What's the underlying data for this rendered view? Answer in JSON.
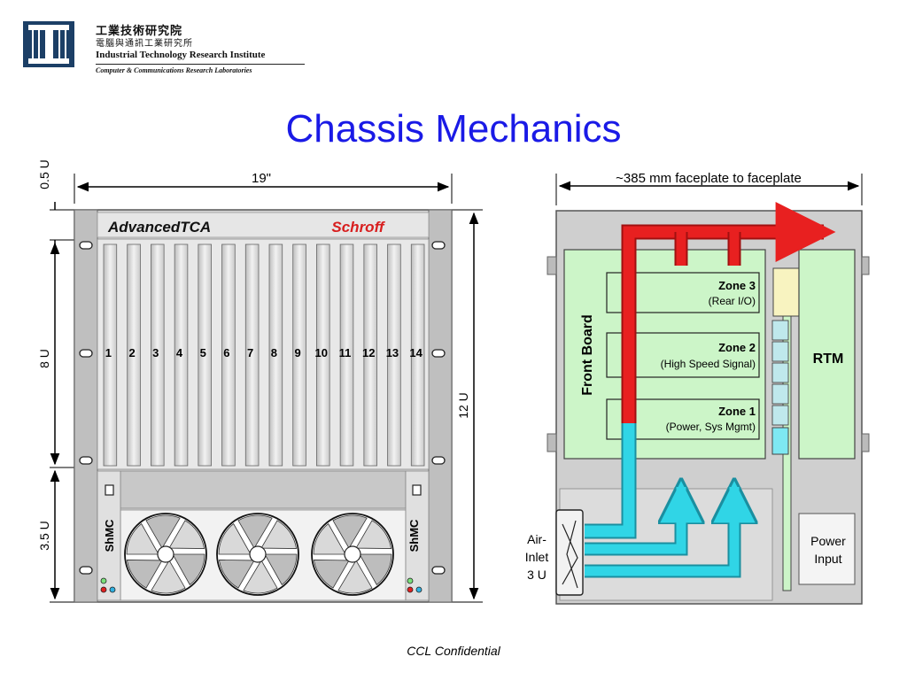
{
  "logo": {
    "zh_line1": "工業技術研究院",
    "zh_line2": "電腦與通訊工業研究所",
    "en_line1": "Industrial Technology Research Institute",
    "en_line2": "Computer & Communications Research Laboratories"
  },
  "slide": {
    "title": "Chassis Mechanics",
    "footer": "CCL Confidential"
  },
  "front_view": {
    "width_label": "19\"",
    "brand_left": "AdvancedTCA",
    "brand_right": "Schroff",
    "slot_numbers": [
      "1",
      "2",
      "3",
      "4",
      "5",
      "6",
      "7",
      "8",
      "9",
      "10",
      "11",
      "12",
      "13",
      "14"
    ],
    "shmc_left": "ShMC",
    "shmc_right": "ShMC",
    "dim_top": "0.5 U",
    "dim_board": "8 U",
    "dim_fan": "3.5 U",
    "dim_total": "12 U"
  },
  "side_view": {
    "depth_label": "~385 mm faceplate to faceplate",
    "front_board": "Front Board",
    "rtm": "RTM",
    "zones": [
      {
        "title": "Zone 3",
        "subtitle": "(Rear I/O)"
      },
      {
        "title": "Zone 2",
        "subtitle": "(High Speed Signal)"
      },
      {
        "title": "Zone 1",
        "subtitle": "(Power, Sys Mgmt)"
      }
    ],
    "air_inlet": [
      "Air-",
      "Inlet",
      "3 U"
    ],
    "power_input": [
      "Power",
      "Input"
    ]
  },
  "colors": {
    "title_blue": "#1a1ae6",
    "board_green": "#ccf5c8",
    "airflow_hot": "#e82020",
    "airflow_cool": "#30d5e6",
    "chassis_grey": "#c8c8c8"
  }
}
